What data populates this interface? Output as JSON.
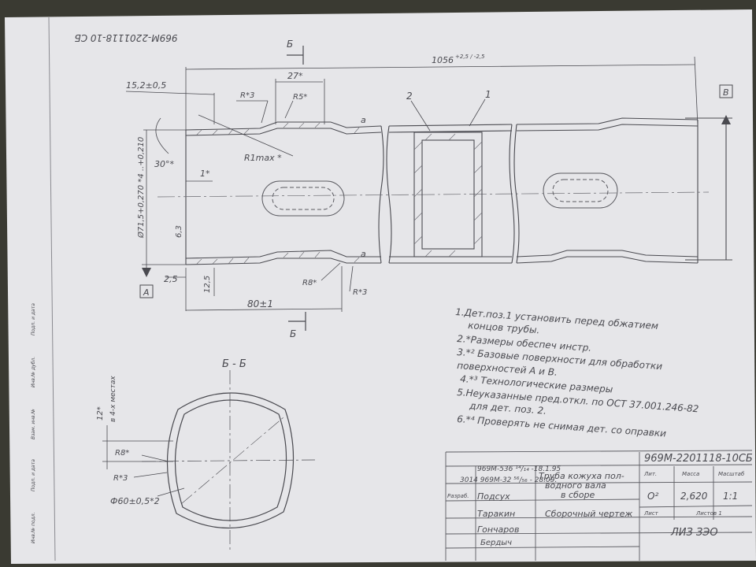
{
  "drawing": {
    "stamp_top": "969M-2201118-10 CБ",
    "section_mark": "Б",
    "section_title": "Б - Б",
    "datum_a": "A",
    "datum_b": "B",
    "stamp_main": "969M-2201118-10CБ"
  },
  "dimensions": {
    "length_total": "1056",
    "length_tol": "+2,5 / -2,5",
    "offset_left": "15,2±0,5",
    "width_27": "27*",
    "r3_top": "R*3",
    "r5_top": "R5*",
    "r1max": "R1max *",
    "angle": "30°*",
    "dim_1": "1*",
    "diameter_long": "Ø71,5+0,270 *4  ..+0,210",
    "dim_63": "6,3",
    "dim_25": "2,5",
    "dim_125": "12,5",
    "len_80": "80±1",
    "r8_bottom": "R8*",
    "r3_bottom": "R*3",
    "item_2": "2",
    "item_1": "1",
    "weld_a": "a",
    "sec_12": "12*",
    "sec_places": "в 4-х местах",
    "sec_r8": "R8*",
    "sec_r3": "R*3",
    "sec_diameter": "Ф60±0,5*2"
  },
  "notes": [
    "1.Дет.поз.1 установить перед обжатием",
    "концов трубы.",
    "2.*Размеры обеспеч инстр.",
    "3.*² Базовые поверхности для обработки",
    "поверхностей  А и В.",
    "4.*³ Технологические размеры",
    "5.Неуказанные пред.откл. по ОСТ 37.001.246-82",
    "для дет. поз. 2.",
    "6.*⁴ Проверять не снимая дет. со оправки"
  ],
  "title_block": {
    "row1": "969M-536 ¹⁴/₁₄ -18.1.95",
    "row2": "3014 969M-32 ⁵⁶/₅₆ - 28.09.",
    "name_lines": [
      "Труба кожуха пол-",
      "водного вала",
      "в сборе"
    ],
    "dev": "Разраб.",
    "dev_name": "Подсух",
    "chk_name": "Таракин",
    "assembly": "Сборочный чертеж",
    "tech_name": "Гончаров",
    "norm_name": "Бердыч",
    "lit": "О²",
    "mass": "2,620",
    "scale": "1:1",
    "sheet": "Лист",
    "sheets": "Листов 1",
    "company": "ЛИЗ ЗЭО",
    "col_lit": "Лит.",
    "col_mass": "Масса",
    "col_scale": "Масштаб",
    "side_labels": [
      "Инв.№ подл.",
      "Подп. и дата",
      "Взам. инв.№",
      "Инв.№ дубл.",
      "Подп. и дата"
    ]
  }
}
